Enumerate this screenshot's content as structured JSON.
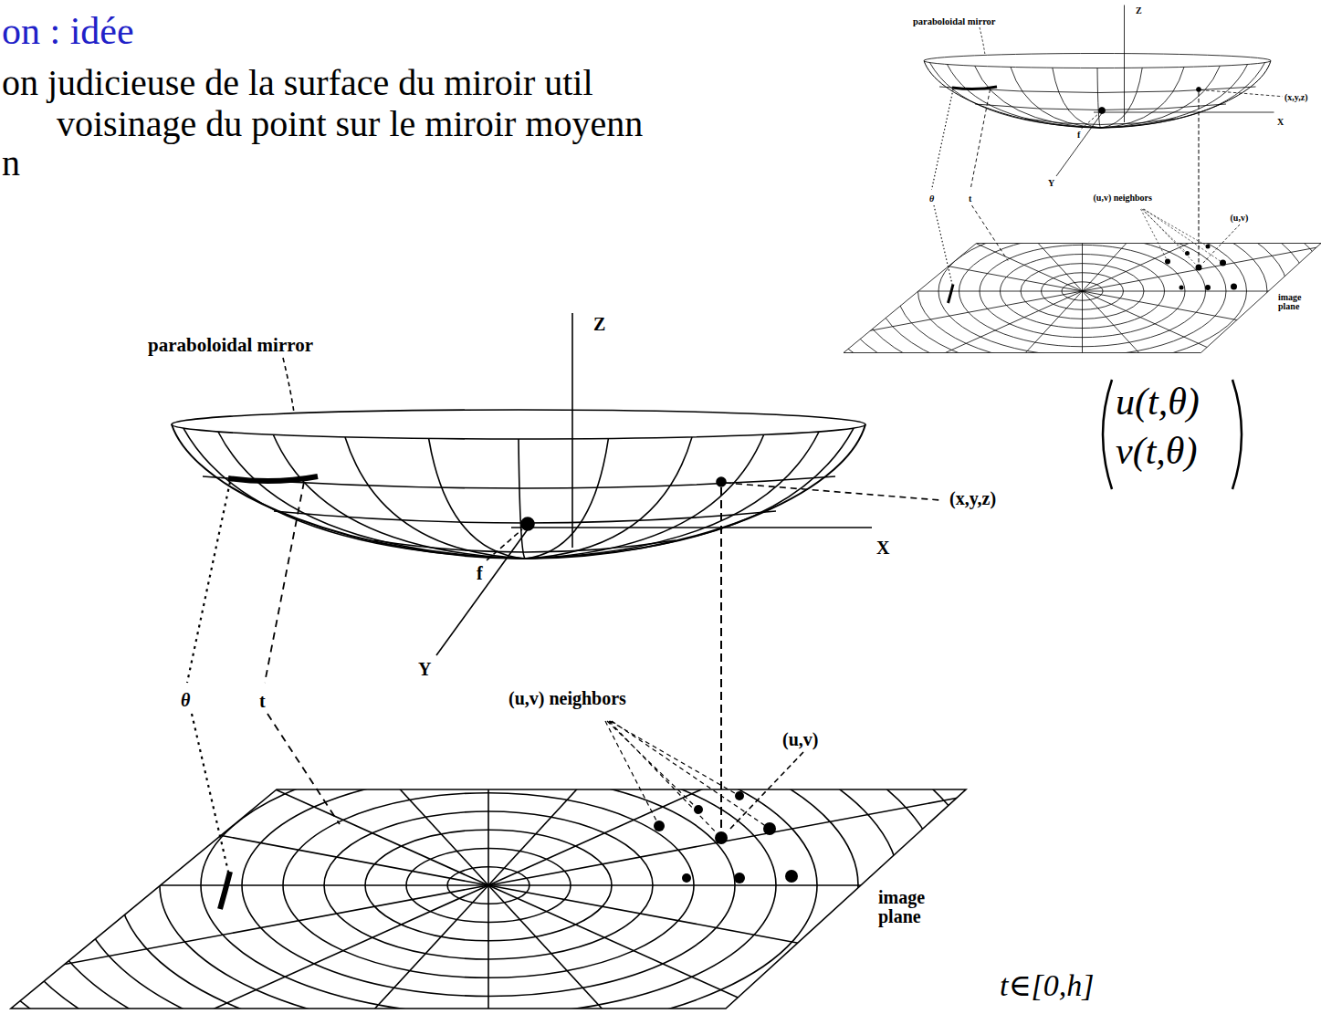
{
  "diagram": {
    "labels": [
      "on : idée",
      "on judicieuse de la surface du miroir util",
      "voisinage du point sur le miroir moyenn",
      "n",
      "paraboloidal mirror",
      "Z",
      "(x,y,z)",
      "X",
      "f",
      "Y",
      "θ",
      "t",
      "(u,v) neighbors",
      "(u,v)",
      "image plane",
      "u(t,θ)",
      "v(t,θ)",
      "paraboloidal mirror",
      "Z",
      "(x,y,z)",
      "X",
      "f",
      "Y",
      "θ",
      "t",
      "(u,v) neighbors",
      "(u,v)",
      "image plane",
      "t∈[0,h]"
    ]
  }
}
